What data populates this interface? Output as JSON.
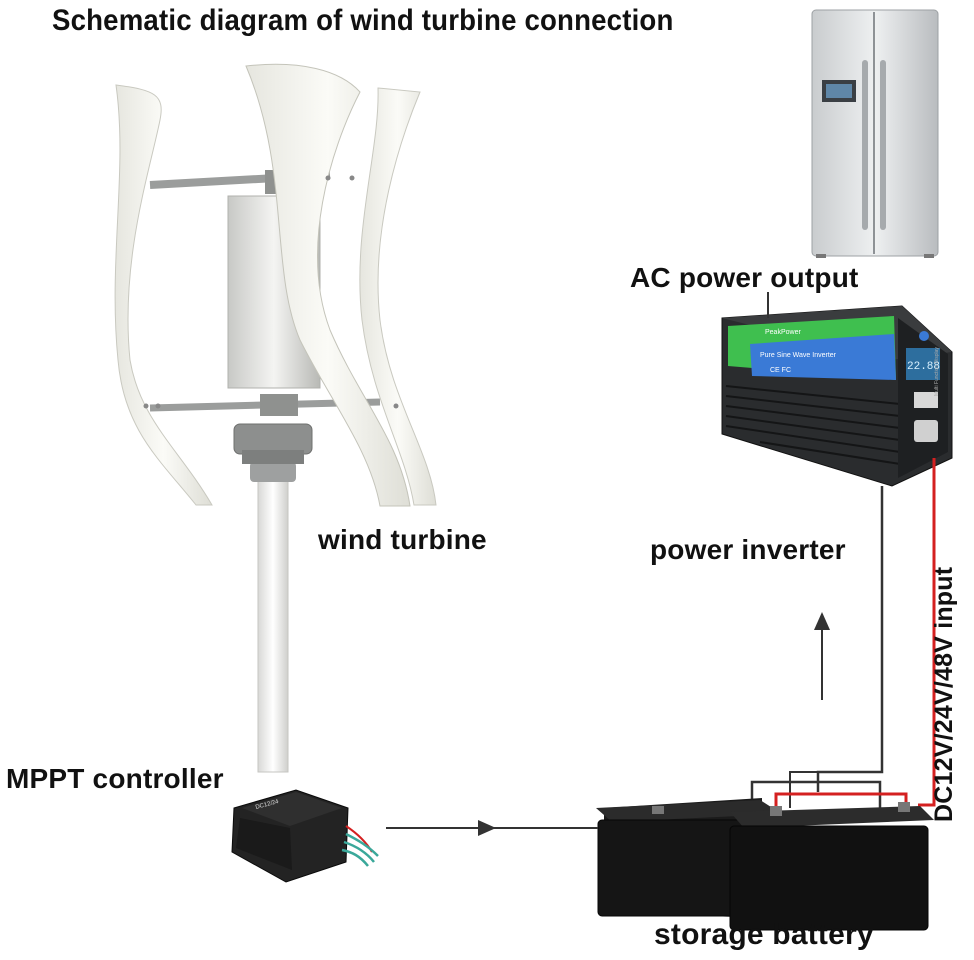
{
  "title": "Schematic diagram of wind turbine connection",
  "labels": {
    "ac_output": "AC power output",
    "wind_turbine": "wind turbine",
    "power_inverter": "power inverter",
    "mppt_controller": "MPPT controller",
    "storage_battery": "storage battery",
    "dc_input": "DC12V/24V/48V input"
  },
  "inverter": {
    "brand": "PeakPower",
    "model": "Pure Sine Wave Inverter",
    "display_value": "22.88",
    "marks": "CE FC",
    "side_text": "Multi Function Display"
  },
  "controller": {
    "model": "DC12/24"
  },
  "colors": {
    "positive_wire": "#d42020",
    "negative_wire": "#333333",
    "inverter_green": "#3fbf4f",
    "inverter_blue": "#3a7ad6",
    "controller_wire": "#3aa89a",
    "turbine_white": "#f3f3ee"
  }
}
